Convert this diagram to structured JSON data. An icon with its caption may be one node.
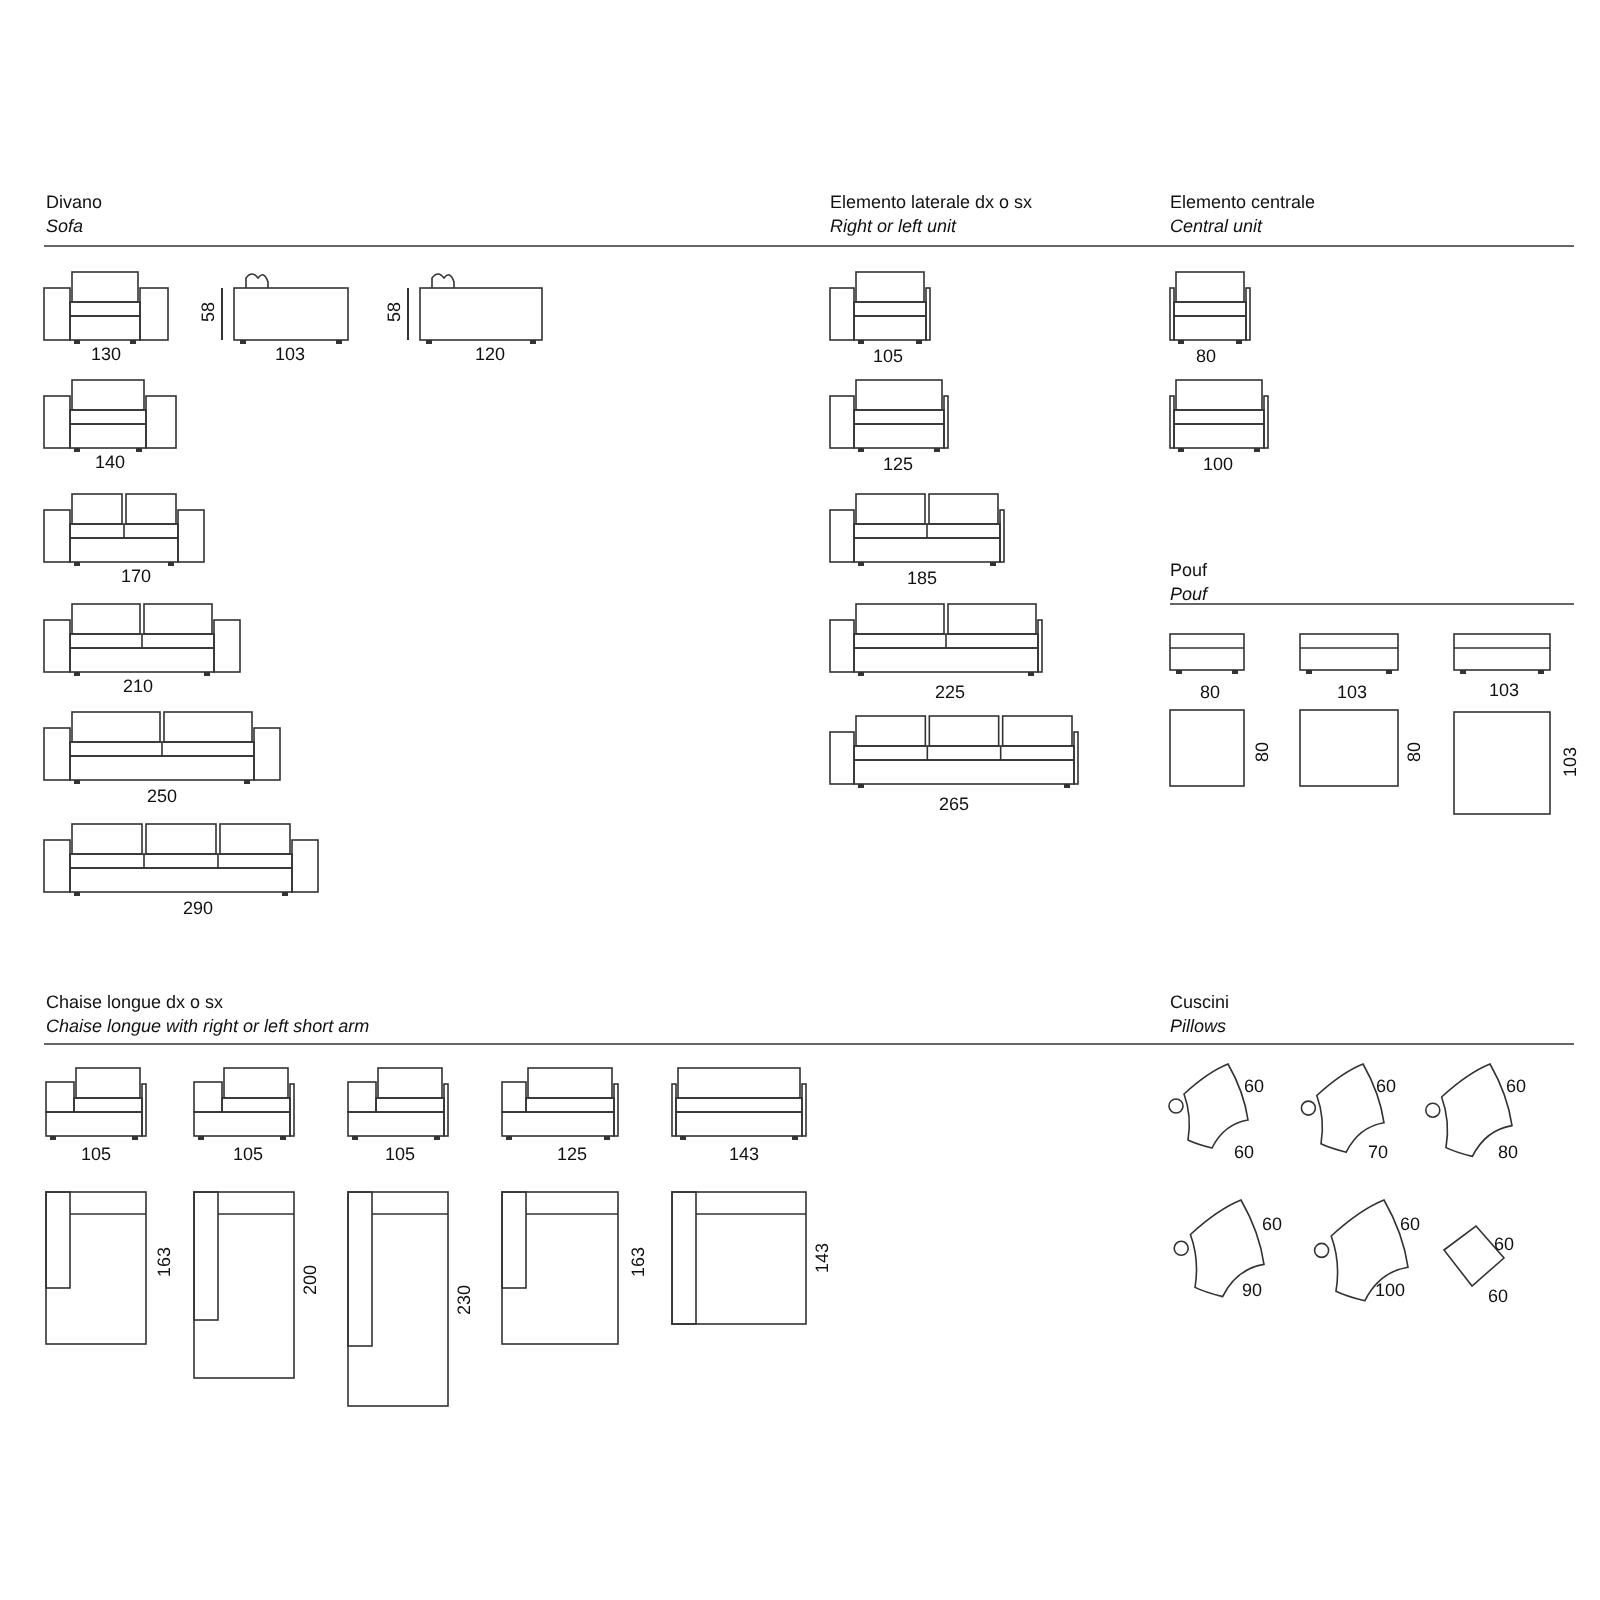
{
  "diagram": {
    "labels": [
      "Divano",
      "Sofa",
      "130",
      "58",
      "103",
      "58",
      "120",
      "140",
      "170",
      "210",
      "250",
      "290",
      "Elemento laterale dx o sx",
      "Right or left unit",
      "105",
      "125",
      "185",
      "225",
      "265",
      "Elemento centrale",
      "Central unit",
      "80",
      "100",
      "Pouf",
      "Pouf",
      "80",
      "103",
      "103",
      "80",
      "80",
      "103",
      "Chaise longue dx o sx",
      "Chaise longue with right or left short arm",
      "105",
      "105",
      "105",
      "125",
      "143",
      "163",
      "200",
      "230",
      "163",
      "143",
      "Cuscini",
      "Pillows",
      "60",
      "60",
      "60",
      "70",
      "60",
      "80",
      "60",
      "90",
      "60",
      "100",
      "60",
      "60"
    ]
  }
}
